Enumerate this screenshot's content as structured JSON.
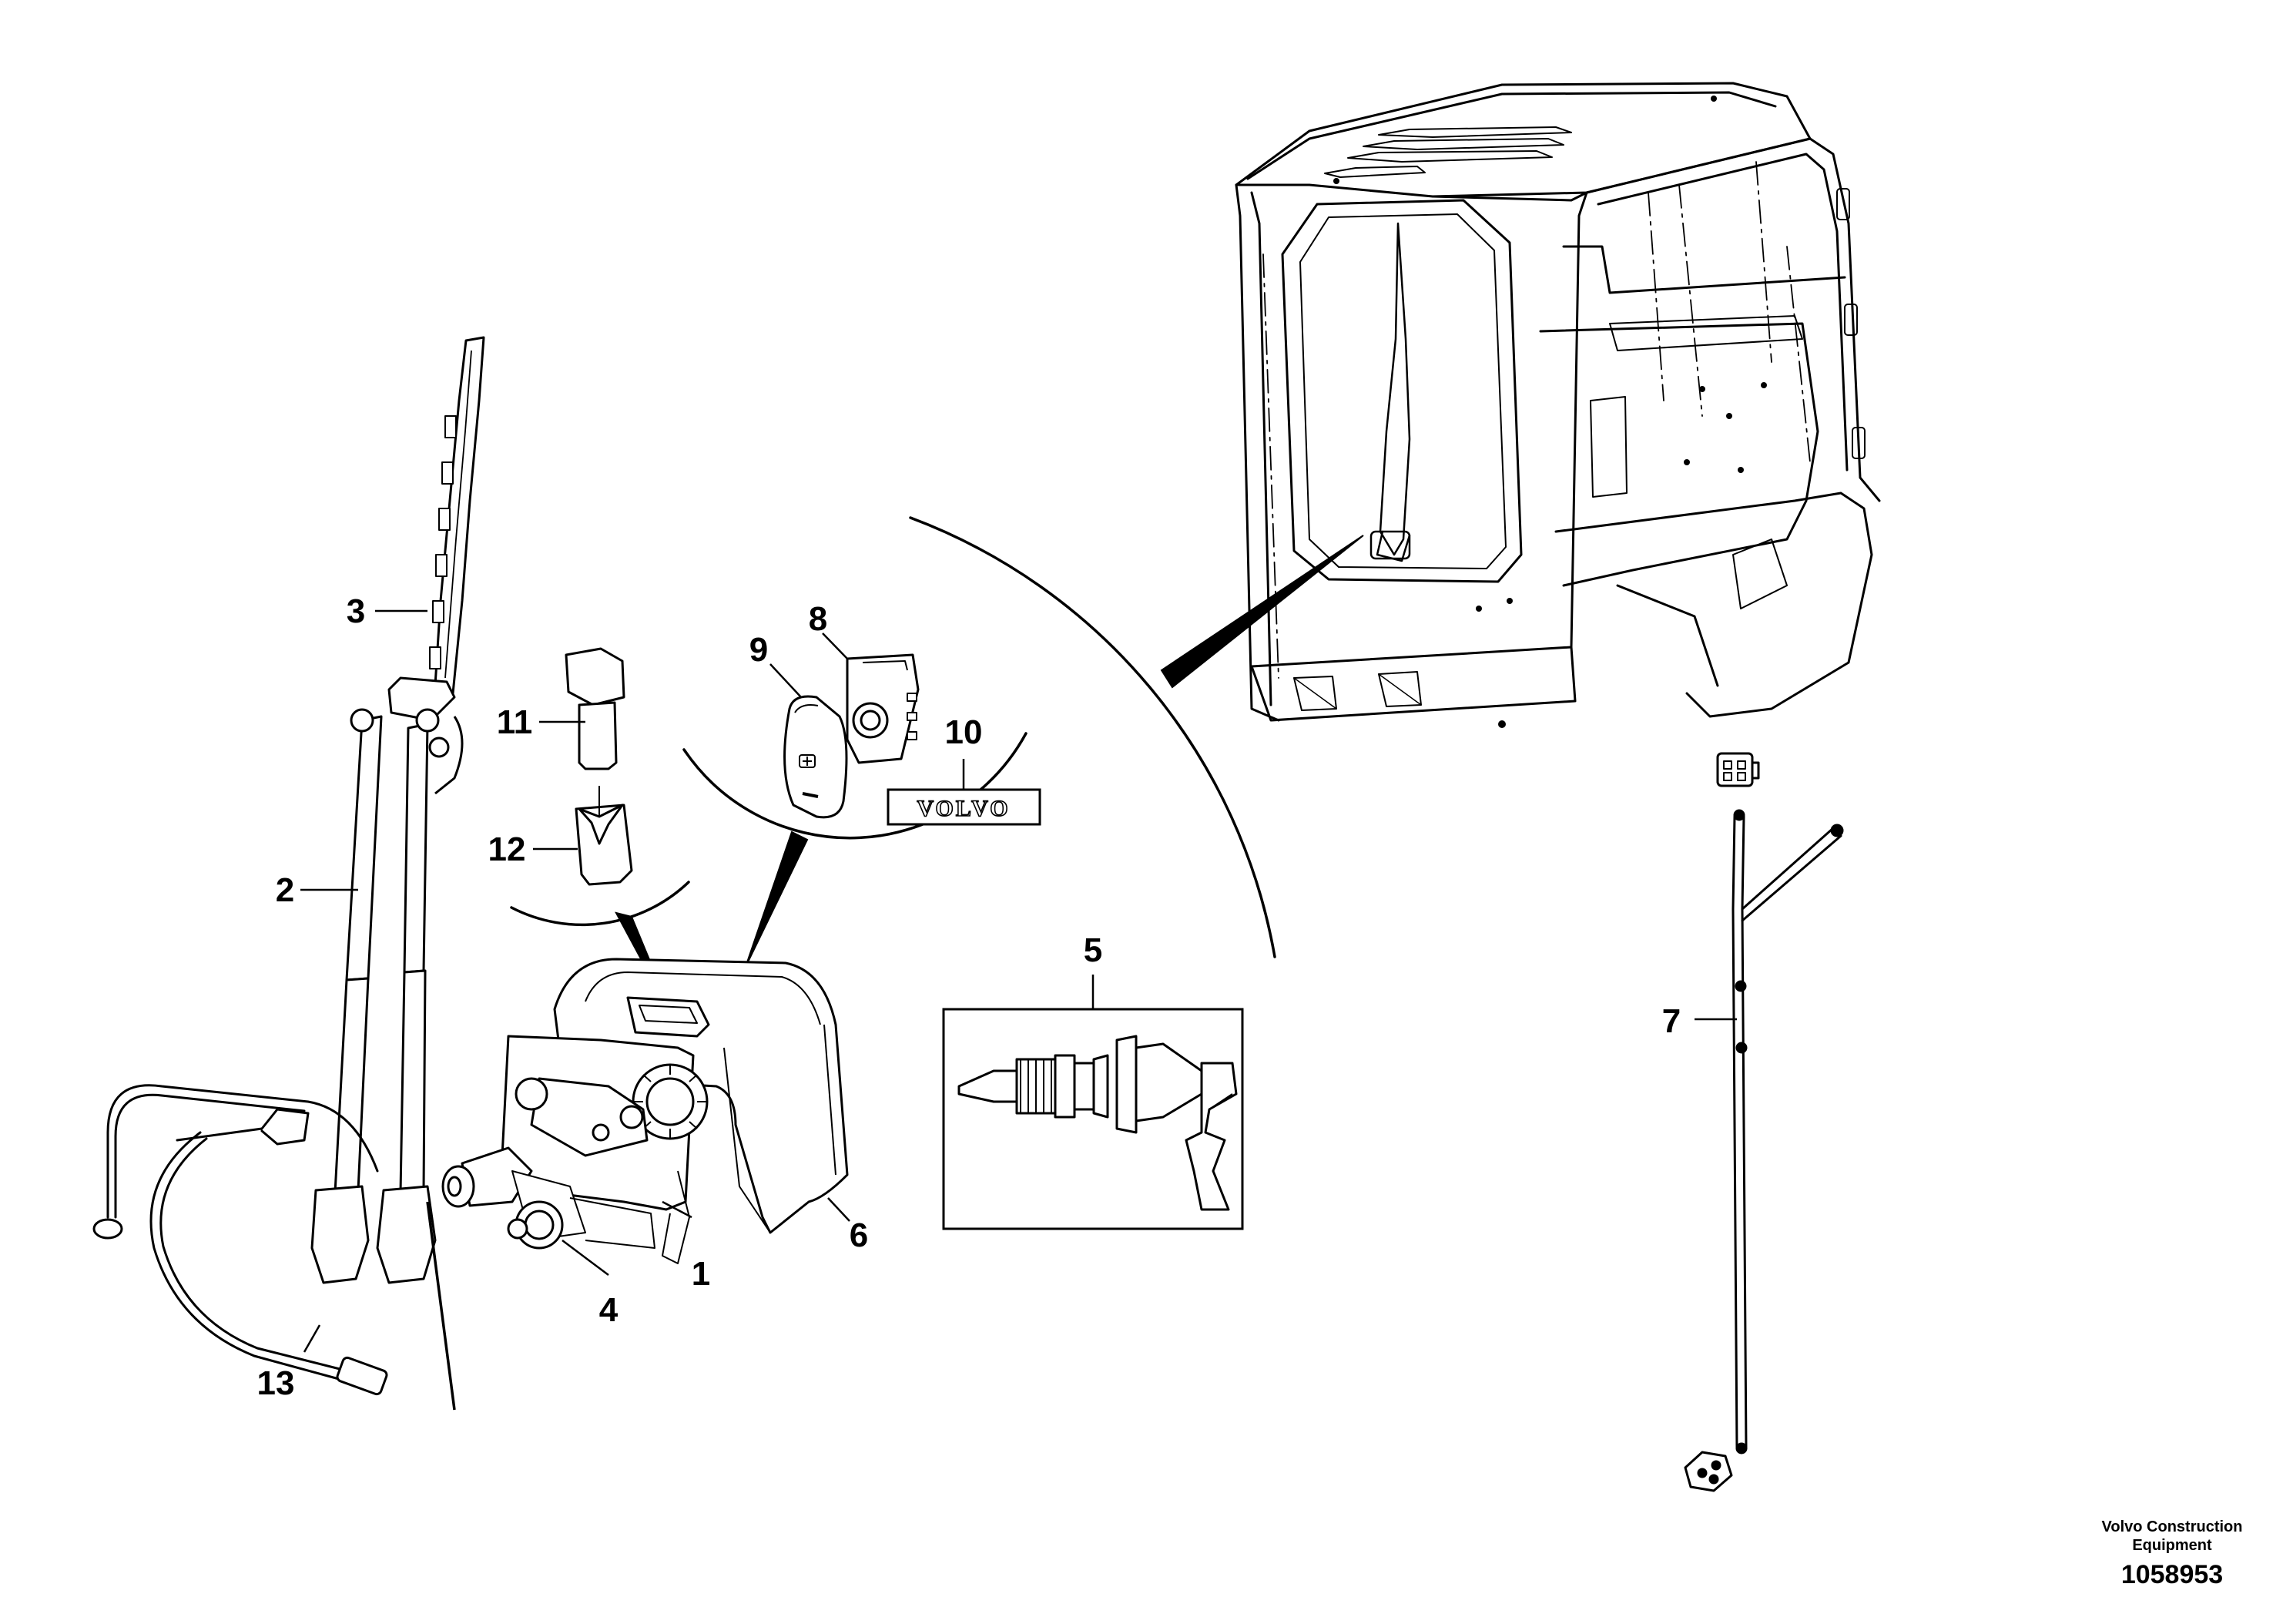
{
  "callouts": [
    {
      "id": "1",
      "label": "1"
    },
    {
      "id": "2",
      "label": "2"
    },
    {
      "id": "3",
      "label": "3"
    },
    {
      "id": "4",
      "label": "4"
    },
    {
      "id": "5",
      "label": "5"
    },
    {
      "id": "6",
      "label": "6"
    },
    {
      "id": "7",
      "label": "7"
    },
    {
      "id": "8",
      "label": "8"
    },
    {
      "id": "9",
      "label": "9"
    },
    {
      "id": "10",
      "label": "10"
    },
    {
      "id": "11",
      "label": "11"
    },
    {
      "id": "12",
      "label": "12"
    },
    {
      "id": "13",
      "label": "13"
    }
  ],
  "parts": {
    "logo_text": "VOLVO"
  },
  "footer": {
    "credit_line1": "Volvo Construction",
    "credit_line2": "Equipment",
    "doc_number": "1058953"
  }
}
